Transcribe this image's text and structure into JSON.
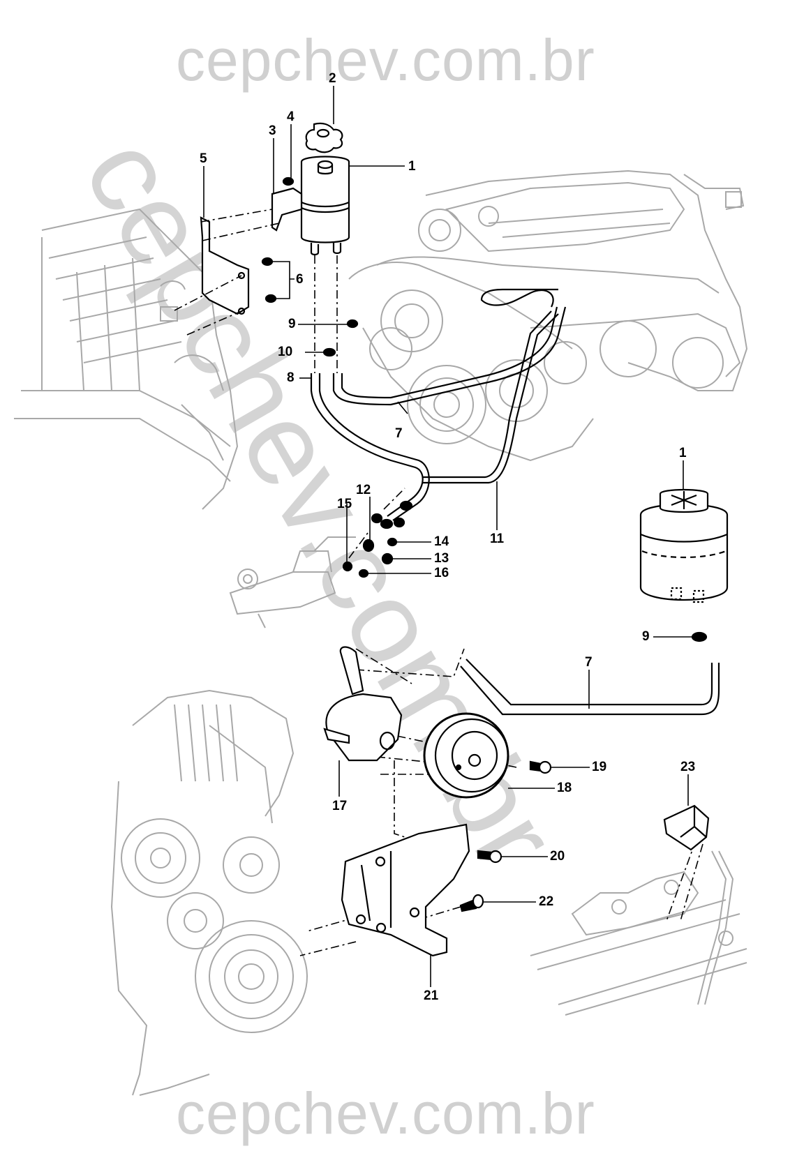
{
  "watermark": {
    "top": "cepchev.com.br",
    "diagonal": "cepchev.com.br",
    "bottom": "cepchev.com.br"
  },
  "diagram": {
    "type": "exploded-parts-diagram",
    "subject": "Power steering reservoir, hoses, pump and mounting bracket",
    "callouts": [
      {
        "id": "1",
        "label": "1"
      },
      {
        "id": "1b",
        "label": "1"
      },
      {
        "id": "2",
        "label": "2"
      },
      {
        "id": "3",
        "label": "3"
      },
      {
        "id": "4",
        "label": "4"
      },
      {
        "id": "5",
        "label": "5"
      },
      {
        "id": "6",
        "label": "6"
      },
      {
        "id": "7",
        "label": "7"
      },
      {
        "id": "7b",
        "label": "7"
      },
      {
        "id": "8",
        "label": "8"
      },
      {
        "id": "9",
        "label": "9"
      },
      {
        "id": "9b",
        "label": "9"
      },
      {
        "id": "10",
        "label": "10"
      },
      {
        "id": "11",
        "label": "11"
      },
      {
        "id": "12",
        "label": "12"
      },
      {
        "id": "13",
        "label": "13"
      },
      {
        "id": "14",
        "label": "14"
      },
      {
        "id": "15",
        "label": "15"
      },
      {
        "id": "16",
        "label": "16"
      },
      {
        "id": "17",
        "label": "17"
      },
      {
        "id": "18",
        "label": "18"
      },
      {
        "id": "19",
        "label": "19"
      },
      {
        "id": "20",
        "label": "20"
      },
      {
        "id": "21",
        "label": "21"
      },
      {
        "id": "22",
        "label": "22"
      },
      {
        "id": "23",
        "label": "23"
      }
    ]
  },
  "colors": {
    "ink": "#000000",
    "context_art": "#a8a8a8",
    "watermark": "#d0d0d0",
    "background": "#ffffff"
  }
}
